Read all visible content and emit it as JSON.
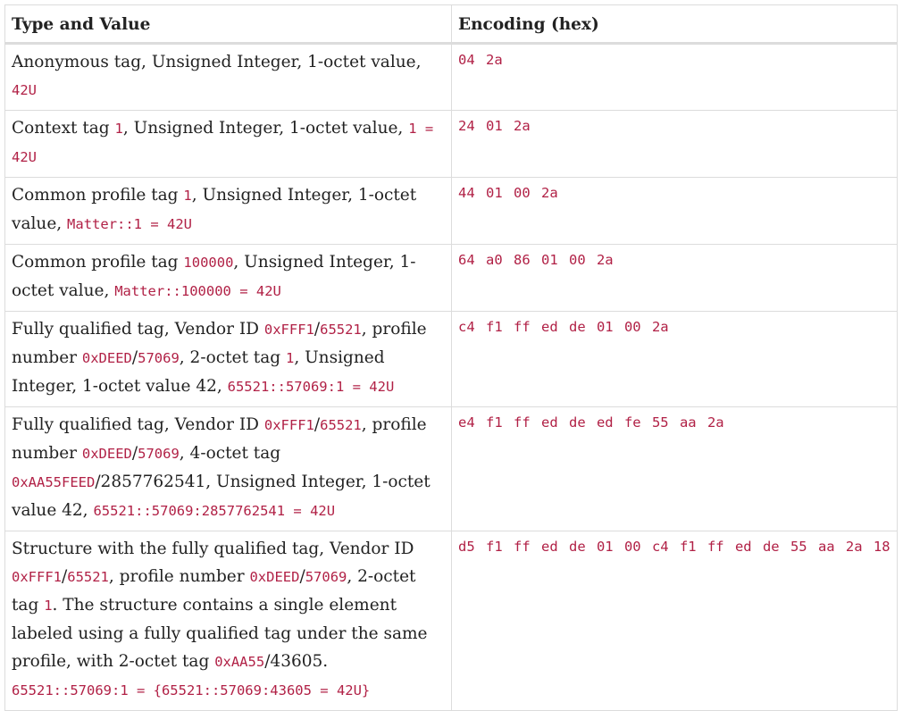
{
  "header": {
    "col1": "Type and Value",
    "col2": "Encoding (hex)"
  },
  "rows": [
    {
      "t1": "Anonymous tag, Unsigned Integer, 1-octet value, ",
      "c1": "42U",
      "hex": "04 2a"
    },
    {
      "t1": "Context tag ",
      "c1": "1",
      "t2": ", Unsigned Integer, 1-octet value, ",
      "c2": "1 = 42U",
      "hex": "24 01 2a"
    },
    {
      "t1": "Common profile tag ",
      "c1": "1",
      "t2": ", Unsigned Integer, 1-octet value, ",
      "c2": "Matter::1 = 42U",
      "hex": "44 01 00 2a"
    },
    {
      "t1": "Common profile tag ",
      "c1": "100000",
      "t2": ", Unsigned Integer, 1-octet value, ",
      "c2": "Matter::100000 = 42U",
      "hex": "64 a0 86 01 00 2a"
    },
    {
      "t1": "Fully qualified tag, Vendor ID ",
      "c1": "0xFFF1",
      "t2": "/",
      "c2": "65521",
      "t3": ", profile number ",
      "c3": "0xDEED",
      "t4": "/",
      "c4": "57069",
      "t5": ", 2-octet tag ",
      "c5": "1",
      "t6": ", Unsigned Integer, 1-octet value 42, ",
      "c6": "65521::57069:1 = 42U",
      "hex": "c4 f1 ff ed de 01 00 2a"
    },
    {
      "t1": "Fully qualified tag, Vendor ID ",
      "c1": "0xFFF1",
      "t2": "/",
      "c2": "65521",
      "t3": ", profile number ",
      "c3": "0xDEED",
      "t4": "/",
      "c4": "57069",
      "t5": ", 4-octet tag ",
      "c5": "0xAA55FEED",
      "t6": "/2857762541, Unsigned Integer, 1-octet value 42, ",
      "c6": "65521::57069:2857762541 = 42U",
      "hex": "e4 f1 ff ed de ed fe 55 aa 2a"
    },
    {
      "t1": "Structure with the fully qualified tag, Vendor ID ",
      "c1": "0xFFF1",
      "t2": "/",
      "c2": "65521",
      "t3": ", profile number ",
      "c3": "0xDEED",
      "t4": "/",
      "c4": "57069",
      "t5": ", 2-octet tag ",
      "c5": "1",
      "t6": ". The structure contains a single element labeled using a fully qualified tag under the same profile, with 2-octet tag ",
      "c6": "0xAA55",
      "t7": "/43605. ",
      "c7": "65521::57069:1 = {65521::57069:43605 = 42U}",
      "hex": "d5 f1 ff ed de 01 00 c4 f1 ff ed de 55 aa 2a 18"
    }
  ]
}
